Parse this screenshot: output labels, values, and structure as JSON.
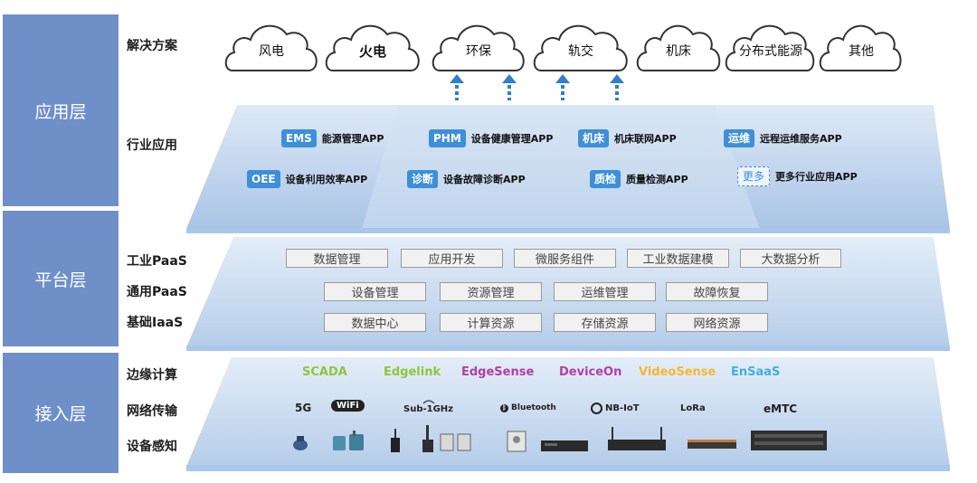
{
  "layers": {
    "app": "应用层",
    "platform": "平台层",
    "access": "接入层"
  },
  "rows": {
    "solutions": "解决方案",
    "industry_apps": "行业应用",
    "industrial_paas": "工业PaaS",
    "general_paas": "通用PaaS",
    "base_iaas": "基础IaaS",
    "edge_computing": "边缘计算",
    "network": "网络传输",
    "sensing": "设备感知"
  },
  "solutions": [
    "风电",
    "火电",
    "环保",
    "轨交",
    "机床",
    "分布式能源",
    "其他"
  ],
  "apps": [
    {
      "tag": "EMS",
      "name": "能源管理APP"
    },
    {
      "tag": "PHM",
      "name": "设备健康管理APP"
    },
    {
      "tag": "机床",
      "name": "机床联网APP"
    },
    {
      "tag": "运维",
      "name": "远程运维服务APP"
    },
    {
      "tag": "OEE",
      "name": "设备利用效率APP"
    },
    {
      "tag": "诊断",
      "name": "设备故障诊断APP"
    },
    {
      "tag": "质检",
      "name": "质量检测APP"
    },
    {
      "tag": "更多",
      "name": "更多行业应用APP"
    }
  ],
  "industrial_paas": [
    "数据管理",
    "应用开发",
    "微服务组件",
    "工业数据建模",
    "大数据分析"
  ],
  "general_paas": [
    "设备管理",
    "资源管理",
    "运维管理",
    "故障恢复"
  ],
  "base_iaas": [
    "数据中心",
    "计算资源",
    "存储资源",
    "网络资源"
  ],
  "edge": [
    {
      "name": "SCADA",
      "color": "#8dc63f"
    },
    {
      "name": "Edgelink",
      "color": "#8dc63f"
    },
    {
      "name": "EdgeSense",
      "color": "#b03fa6"
    },
    {
      "name": "DeviceOn",
      "color": "#b03fa6"
    },
    {
      "name": "VideoSense",
      "color": "#f5b82e"
    },
    {
      "name": "EnSaaS",
      "color": "#3fb0e0"
    }
  ],
  "network": [
    "5G",
    "WiFi",
    "Sub-1GHz",
    "Bluetooth",
    "NB-IoT",
    "LoRa",
    "eMTC"
  ],
  "colors": {
    "layer_bar": "#6f8fc9",
    "tag_blue": "#3d8fd9",
    "arrow_blue": "#2f7fd0"
  }
}
